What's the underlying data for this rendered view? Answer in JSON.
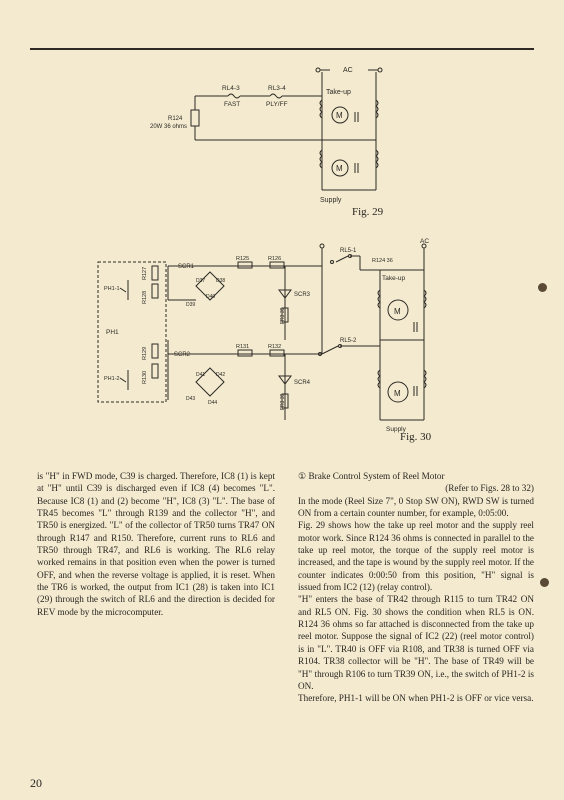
{
  "page_number": "20",
  "fig29": {
    "caption": "Fig. 29",
    "ac": "AC",
    "rl43": "RL4-3",
    "fast": "FAST",
    "rl34": "RL3-4",
    "plyff": "PLY/FF",
    "takeup": "Take-up",
    "supply": "Supply",
    "r124": "R124",
    "r124_spec": "20W 36 ohms",
    "motor": "M"
  },
  "fig30": {
    "caption": "Fig. 30",
    "ac": "AC",
    "r127": "R127",
    "r128": "R128",
    "r129": "R129",
    "r130": "R130",
    "scr1": "SCR1",
    "scr2": "SCR2",
    "scr3": "SCR3",
    "scr4": "SCR4",
    "d37": "D37",
    "d38": "D38",
    "d39": "D39",
    "d40": "D40",
    "d41": "D41",
    "d42": "D42",
    "d43": "D43",
    "d44": "D44",
    "r125": "R125",
    "r126": "R126",
    "r131": "R131",
    "r132": "R132",
    "fr3_39_top": "FR3 39",
    "fr3_39_bot": "FR3 39",
    "rl51": "RL5-1",
    "rl52": "RL5-2",
    "r124_36": "R124 36",
    "takeup": "Take-up",
    "supply": "Supply",
    "ph1": "PH1",
    "ph11": "PH1-1",
    "ph12": "PH1-2",
    "motor": "M"
  },
  "left_column": [
    "is \"H\" in FWD mode, C39 is charged. Therefore, IC8 (1) is kept at \"H\" until C39 is discharged even if IC8 (4) becomes \"L\". Because IC8 (1) and (2) become \"H\", IC8 (3) \"L\". The base of TR45 becomes \"L\" through R139 and the collector \"H\", and TR50 is energized. \"L\" of the collector of TR50 turns TR47 ON through R147 and R150. Therefore, current runs to RL6 and TR50 through TR47, and RL6 is working. The RL6 relay worked remains in that position even when the power is turned OFF, and when the reverse voltage is applied, it is reset. When the TR6 is worked, the output from IC1 (28) is taken into IC1 (29) through the switch of RL6 and the direction is decided for REV mode by the microcomputer."
  ],
  "right_column": {
    "num": "①",
    "heading": "Brake Control System of Reel Motor",
    "ref": "(Refer to Figs. 28 to 32)",
    "paragraphs": [
      "In the mode (Reel Size 7\", 0 Stop SW ON), RWD SW is turned ON from a certain counter number, for example, 0:05:00.",
      "Fig. 29 shows how the take up reel motor and the supply reel motor work. Since R124 36 ohms is connected in parallel to the take up reel motor, the torque of the supply reel motor is increased, and the tape is wound by the supply reel motor. If the counter indicates 0:00:50 from this position, \"H\" signal is issued from IC2 (12) (relay control).",
      "\"H\" enters the base of TR42 through R115 to turn TR42 ON and RL5 ON. Fig. 30 shows the condition when RL5 is ON. R124 36 ohms so far attached is disconnected from the take up reel motor. Suppose the signal of IC2 (22) (reel motor control) is in \"L\". TR40 is OFF via R108, and TR38 is turned OFF via R104. TR38 collector will be \"H\". The base of TR49 will be \"H\" through R106 to turn TR39 ON, i.e., the switch of PH1-2 is ON.",
      "Therefore, PH1-1 will be ON when PH1-2 is OFF or vice versa."
    ]
  }
}
